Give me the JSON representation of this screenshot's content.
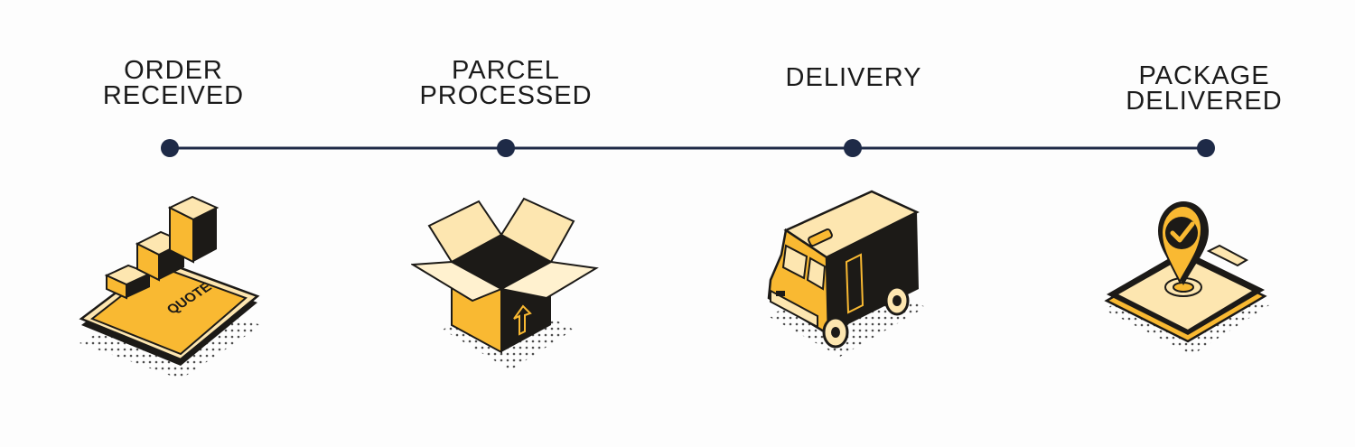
{
  "steps": [
    {
      "line1": "ORDER",
      "line2": "RECEIVED",
      "icon": "phone-quote-icon"
    },
    {
      "line1": "PARCEL",
      "line2": "PROCESSED",
      "icon": "open-box-icon"
    },
    {
      "line1": "DELIVERY",
      "line2": "",
      "icon": "delivery-van-icon"
    },
    {
      "line1": "PACKAGE",
      "line2": "DELIVERED",
      "icon": "location-pin-clipboard-icon"
    }
  ],
  "phone_screen_text": "QUOTE",
  "colors": {
    "accent": "#f9b932",
    "accent_light": "#fde6b0",
    "cream": "#fff1cf",
    "ink": "#1c1a17",
    "timeline": "#1e2a47"
  }
}
